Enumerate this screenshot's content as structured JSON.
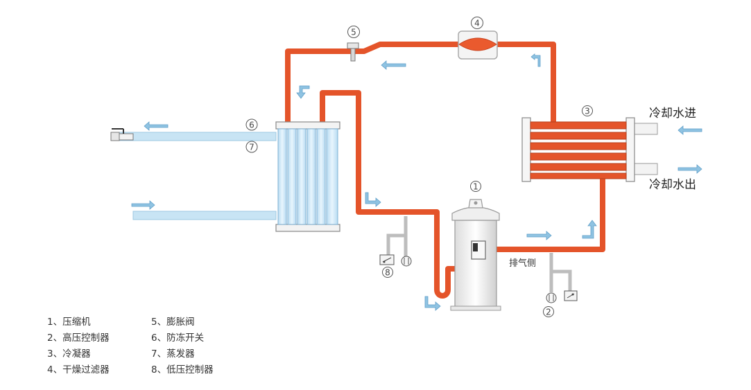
{
  "components": {
    "compressor": {
      "number": "1"
    },
    "high_pressure_controller": {
      "number": "2"
    },
    "condenser": {
      "number": "3"
    },
    "dryer_filter": {
      "number": "4"
    },
    "expansion_valve": {
      "number": "5"
    },
    "antifreeze_switch": {
      "number": "6"
    },
    "evaporator": {
      "number": "7"
    },
    "low_pressure_controller": {
      "number": "8"
    }
  },
  "labels": {
    "cooling_water_in": "冷却水进",
    "cooling_water_out": "冷却水出",
    "discharge_side": "排气侧"
  },
  "legend": [
    {
      "text": "1、压缩机"
    },
    {
      "text": "5、膨胀阀"
    },
    {
      "text": "2、高压控制器"
    },
    {
      "text": "6、防冻开关"
    },
    {
      "text": "3、冷凝器"
    },
    {
      "text": "7、蒸发器"
    },
    {
      "text": "4、干燥过滤器"
    },
    {
      "text": "8、低压控制器"
    }
  ],
  "colors": {
    "refrigerant_pipe": "#e4542a",
    "water_pipe": "#c8e4f4",
    "arrow": "#8fc3e2",
    "grey_pipe": "#cfcfcf"
  }
}
